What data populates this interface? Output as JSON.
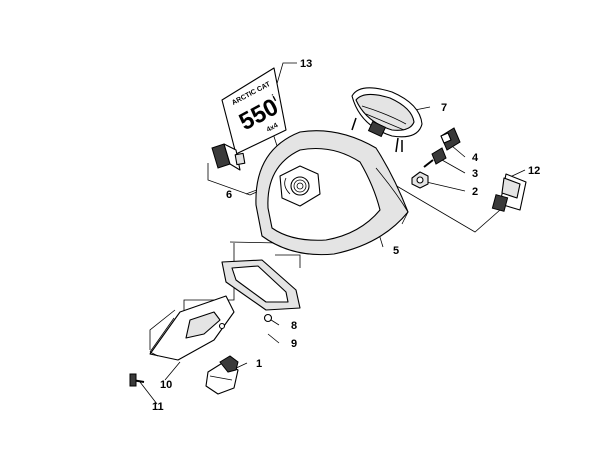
{
  "diagram": {
    "callouts": [
      "1",
      "2",
      "3",
      "4",
      "5",
      "6",
      "7",
      "8",
      "9",
      "10",
      "11",
      "12",
      "13"
    ],
    "decal": {
      "brand": "ARCTIC CAT",
      "model": "550",
      "suffix": "i",
      "drive": "4x4"
    }
  }
}
